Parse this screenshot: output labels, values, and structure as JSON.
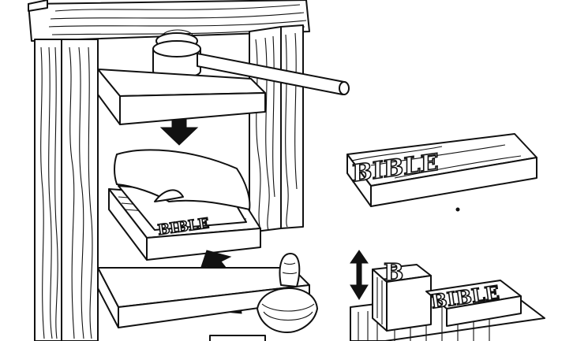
{
  "colors": {
    "ink": "#111111",
    "paper": "#ffffff"
  },
  "labels": {
    "sheet_text": "BIBLE",
    "block_text": "BIBLE",
    "type_big": "B",
    "type_row": "BIBLE"
  }
}
